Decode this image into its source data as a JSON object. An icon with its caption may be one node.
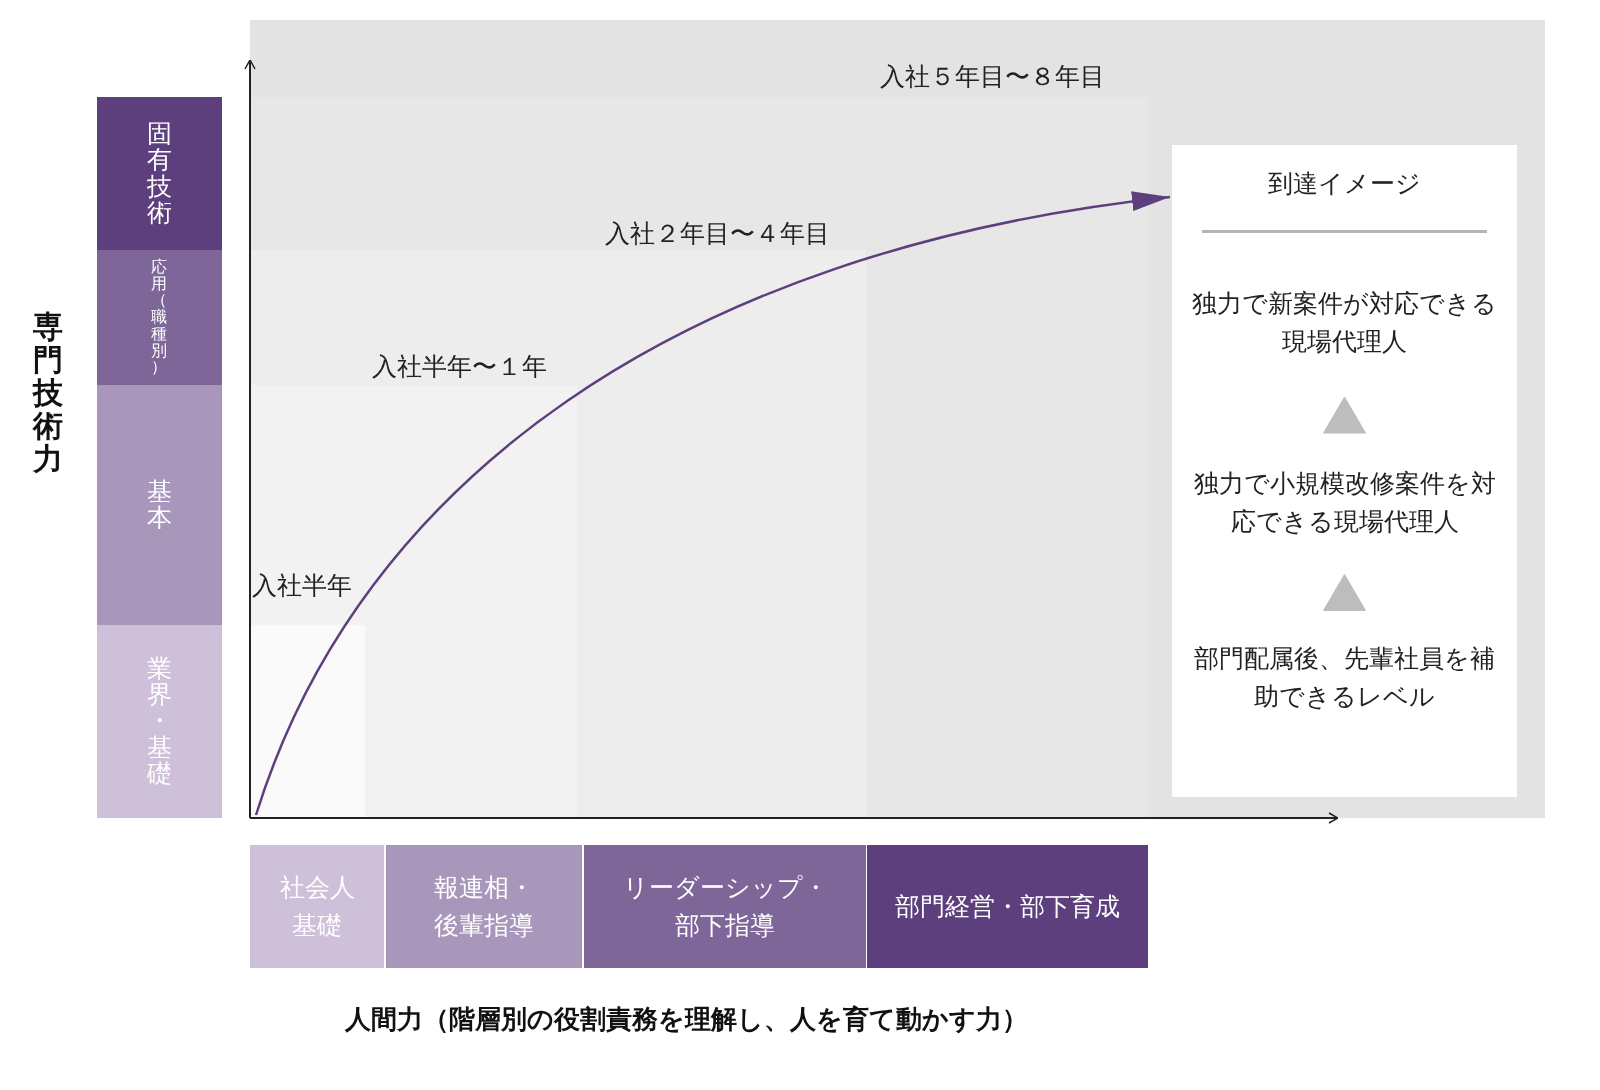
{
  "diagram": {
    "nodes": [
      {
        "text": [
          "入社５年目〜８年目"
        ]
      },
      {
        "text": [
          "入社２年目〜４年目"
        ],
        "in": 0
      },
      {
        "text": [
          "入社半年〜１年"
        ],
        "in": 1
      },
      {
        "text": [
          "入社半年"
        ],
        "in": 2
      },
      {
        "text": [],
        "shape": "box",
        "in": 3
      },
      {
        "text": [
          "到達イメージ"
        ],
        "in": 0
      },
      {
        "text": [
          "独力で新案件が対応できる現場代理人"
        ],
        "in": 5
      },
      {
        "text": [
          "独力で小規模改修案件を対応できる現場代理人"
        ],
        "in": 5
      },
      {
        "text": [
          "部門配属後、先輩社員を補助できるレベル"
        ],
        "in": 5
      },
      {
        "text": [
          "固有技術"
        ]
      },
      {
        "text": [
          "応用（職種別）"
        ]
      },
      {
        "text": [
          "基本"
        ]
      },
      {
        "text": [
          "業界・基礎"
        ]
      },
      {
        "text": [
          "社会人基礎"
        ]
      },
      {
        "text": [
          "報連相・後輩指導"
        ]
      },
      {
        "text": [
          "リーダーシップ・部下指導"
        ]
      },
      {
        "text": [
          "部門経営・部下育成"
        ]
      }
    ],
    "edges": [
      {
        "from": 4,
        "to": 5,
        "arrow": "to",
        "color": "#5e3f7e"
      },
      {
        "from": 8,
        "to": 7,
        "arrow": "to"
      },
      {
        "from": 7,
        "to": 6,
        "arrow": "to"
      }
    ],
    "labels": [
      "専門技術力",
      "人間力（階層別の役割責務を理解し、人を育て動かす力）"
    ]
  }
}
